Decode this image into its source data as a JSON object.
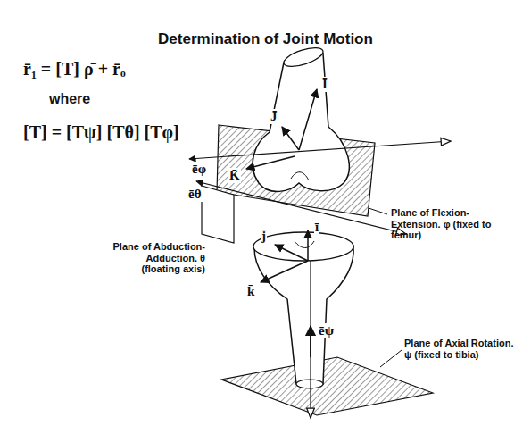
{
  "diagram": {
    "title": "Determination of Joint Motion",
    "labels": [
      "r̄₁ = [T] ρ̄ + r̄ₒ",
      "where",
      "[T] = [Tψ] [Tθ] [Tφ]",
      "Ī",
      "J̄",
      "K̄",
      "ēφ",
      "ēθ",
      "Plane of Flexion-Extension. φ (fixed to femur)",
      "Plane of Abduction-Adduction. θ (floating axis)",
      "ī",
      "j̄",
      "k̄",
      "ēψ",
      "Plane of Axial Rotation. ψ (fixed to tibia)"
    ]
  }
}
